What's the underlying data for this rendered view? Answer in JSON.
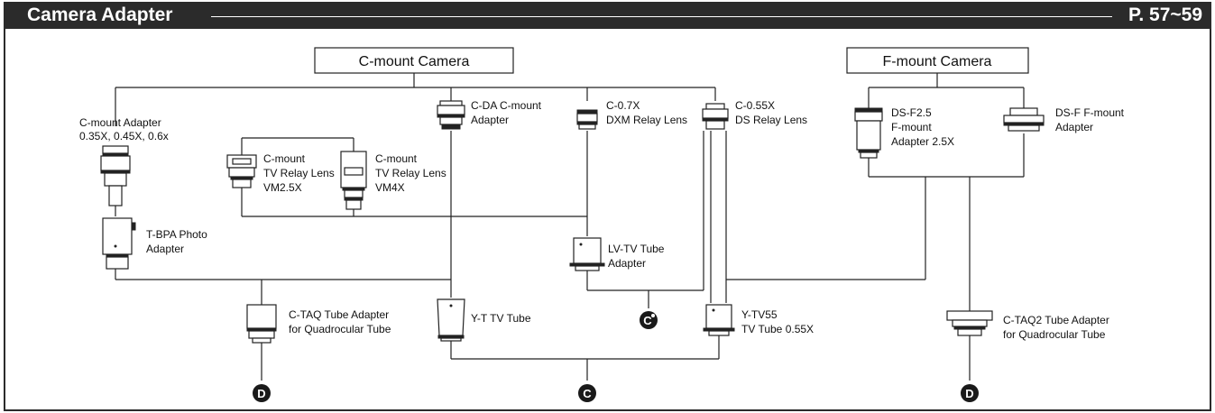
{
  "header": {
    "title": "Camera Adapter",
    "pages": "P. 57~59"
  },
  "cameras": {
    "c_mount": "C-mount Camera",
    "f_mount": "F-mount Camera"
  },
  "parts": {
    "c_mount_adapter": [
      "C-mount Adapter",
      "0.35X, 0.45X, 0.6x"
    ],
    "c_da": [
      "C-DA C-mount",
      "Adapter"
    ],
    "c_07x": [
      "C-0.7X",
      "DXM Relay Lens"
    ],
    "c_055x": [
      "C-0.55X",
      "DS Relay Lens"
    ],
    "vm25": [
      "C-mount",
      "TV Relay Lens",
      "VM2.5X"
    ],
    "vm4": [
      "C-mount",
      "TV Relay Lens",
      "VM4X"
    ],
    "tbpa": [
      "T-BPA Photo",
      "Adapter"
    ],
    "lvtv": [
      "LV-TV Tube",
      "Adapter"
    ],
    "ctaq": [
      "C-TAQ Tube Adapter",
      "for Quadrocular Tube"
    ],
    "yt": [
      "Y-T TV Tube"
    ],
    "ytv55": [
      "Y-TV55",
      "TV Tube 0.55X"
    ],
    "dsf25": [
      "DS-F2.5",
      "F-mount",
      "Adapter 2.5X"
    ],
    "dsf": [
      "DS-F F-mount",
      "Adapter"
    ],
    "ctaq2": [
      "C-TAQ2 Tube Adapter",
      "for Quadrocular Tube"
    ]
  },
  "markers": {
    "d_left": "D",
    "c_bottom": "C",
    "c_prime": "C",
    "d_right": "D"
  }
}
